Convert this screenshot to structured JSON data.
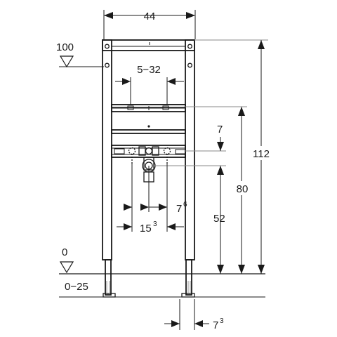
{
  "dimensions": {
    "frame_width": "44",
    "adjust_range": "5−32",
    "level_top": "100",
    "level_floor": "0",
    "floor_range": "0−25",
    "spacing_small": "7",
    "height_total": "112",
    "height_upper": "80",
    "height_lower": "52",
    "offset_right_main": "7",
    "offset_right_sup": "6",
    "center_main": "15",
    "center_sup": "3",
    "foot_offset_main": "7",
    "foot_offset_sup": "3"
  },
  "icons": {
    "level_marker": "level-triangle-icon",
    "arrowhead": "arrowhead-icon"
  }
}
